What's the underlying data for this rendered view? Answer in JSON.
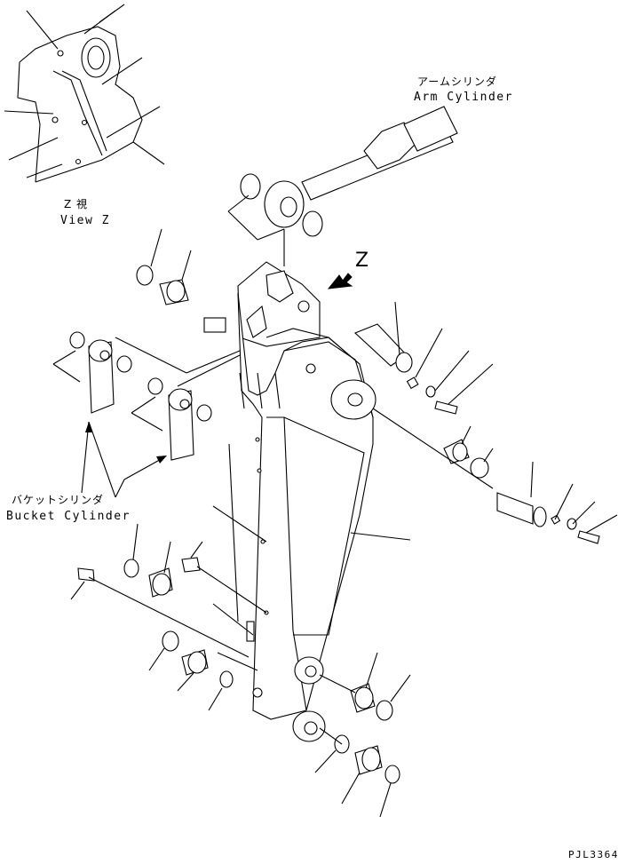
{
  "labels": {
    "arm_cylinder_jp": "アームシリンダ",
    "arm_cylinder_en": "Arm Cylinder",
    "view_z_jp": "Z  視",
    "view_z_en": "View Z",
    "z_marker": "Z",
    "bucket_cylinder_jp": "バケットシリンダ",
    "bucket_cylinder_en": "Bucket Cylinder",
    "drawing_number": "PJL3364"
  }
}
